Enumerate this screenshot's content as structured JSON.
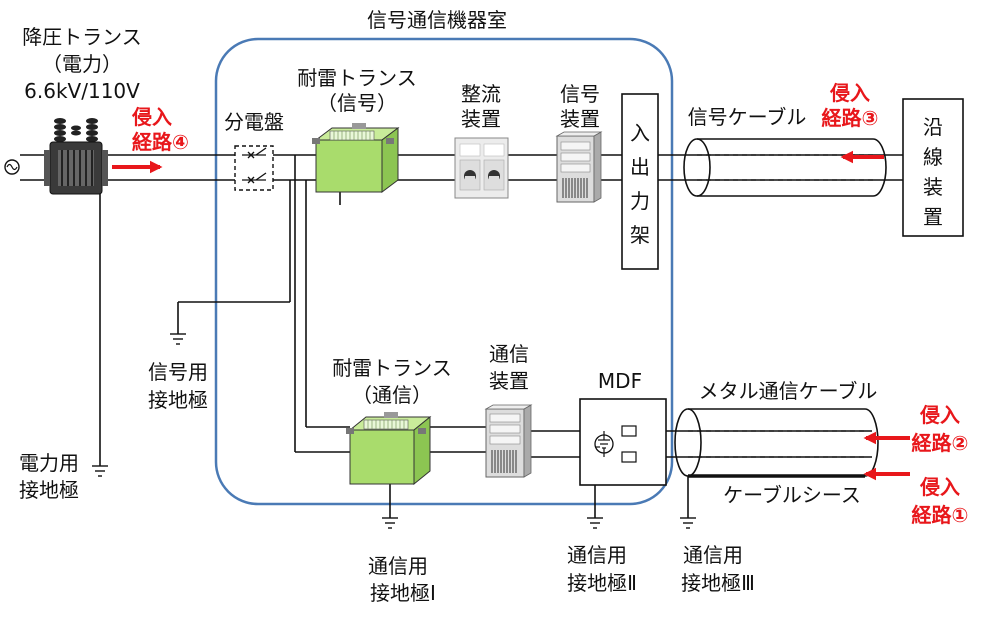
{
  "colors": {
    "room_border": "#4a7ab5",
    "alert_red": "#e8171b",
    "transformer_green": "#a9dc6c",
    "wire": "#111111"
  },
  "room": {
    "title": "信号通信機器室"
  },
  "power_transformer": {
    "line1": "降圧トランス",
    "line2": "（電力）",
    "line3": "6.6kV/110V"
  },
  "distribution_board": {
    "label": "分電盤"
  },
  "signal_transformer": {
    "line1": "耐雷トランス",
    "line2": "（信号）"
  },
  "rectifier": {
    "line1": "整流",
    "line2": "装置"
  },
  "signal_device": {
    "line1": "信号",
    "line2": "装置"
  },
  "io_rack": {
    "chars": [
      "入",
      "出",
      "力",
      "架"
    ]
  },
  "signal_cable": {
    "label": "信号ケーブル"
  },
  "wayside": {
    "chars": [
      "沿",
      "線",
      "装",
      "置"
    ]
  },
  "comm_transformer": {
    "line1": "耐雷トランス",
    "line2": "（通信）"
  },
  "comm_device": {
    "line1": "通信",
    "line2": "装置"
  },
  "mdf": {
    "label": "MDF"
  },
  "metal_cable": {
    "label": "メタル通信ケーブル"
  },
  "cable_sheath": {
    "label": "ケーブルシース"
  },
  "grounds": {
    "signal": {
      "line1": "信号用",
      "line2": "接地極"
    },
    "power": {
      "line1": "電力用",
      "line2": "接地極"
    },
    "comm1": {
      "line1": "通信用",
      "line2": "接地極Ⅰ"
    },
    "comm2": {
      "line1": "通信用",
      "line2": "接地極Ⅱ"
    },
    "comm3": {
      "line1": "通信用",
      "line2": "接地極Ⅲ"
    }
  },
  "paths": {
    "p4": {
      "line1": "侵入",
      "line2": "経路④"
    },
    "p3": {
      "line1": "侵入",
      "line2": "経路③"
    },
    "p2": {
      "line1": "侵入",
      "line2": "経路②"
    },
    "p1": {
      "line1": "侵入",
      "line2": "経路①"
    }
  }
}
